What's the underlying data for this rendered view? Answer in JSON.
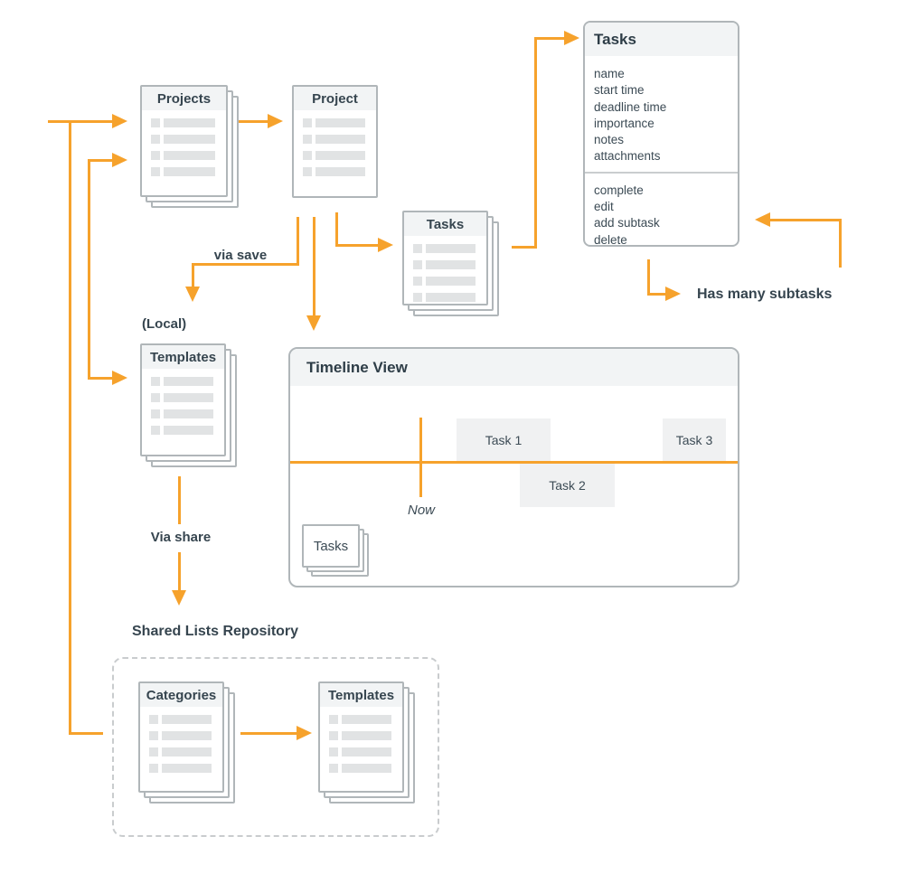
{
  "cards": {
    "projects": {
      "title": "Projects"
    },
    "project": {
      "title": "Project"
    },
    "tasks_stack": {
      "title": "Tasks"
    },
    "templates_local": {
      "title": "Templates"
    },
    "categories": {
      "title": "Categories"
    },
    "templates_shared": {
      "title": "Templates"
    }
  },
  "tasks_entity": {
    "title": "Tasks",
    "fields": [
      "name",
      "start time",
      "deadline time",
      "importance",
      "notes",
      "attachments"
    ],
    "actions": [
      "complete",
      "edit",
      "add subtask",
      "delete"
    ]
  },
  "labels": {
    "via_save": "via save",
    "via_share": "Via share",
    "local_caption": "(Local)",
    "has_many_subtasks": "Has many subtasks",
    "shared_repo_title": "Shared Lists Repository"
  },
  "timeline": {
    "title": "Timeline View",
    "now_label": "Now",
    "tasks_stack_label": "Tasks",
    "blocks": [
      "Task 1",
      "Task 2",
      "Task 3"
    ]
  },
  "colors": {
    "accent_orange": "#F6A22C",
    "text_dark": "#36454F",
    "card_border": "#B0B6B9",
    "header_band": "#F2F4F5",
    "row_placeholder_gray": "#E1E3E4",
    "timeline_block_gray": "#F0F1F2"
  }
}
